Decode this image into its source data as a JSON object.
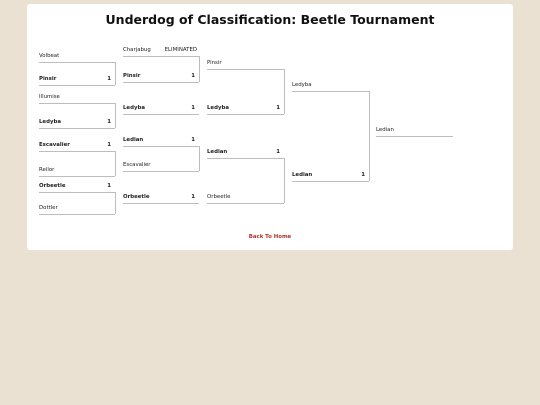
{
  "page": {
    "title": "Underdog of Classification: Beetle Tournament",
    "back_link": "Back To Home"
  },
  "bracket": {
    "round1": [
      {
        "name": "Volbeat",
        "score": ""
      },
      {
        "name": "Pinsir",
        "score": "1",
        "winner": true
      },
      {
        "name": "Illumise",
        "score": ""
      },
      {
        "name": "Ledyba",
        "score": "1",
        "winner": true
      },
      {
        "name": "Escavalier",
        "score": "1",
        "winner": true
      },
      {
        "name": "Rellor",
        "score": ""
      },
      {
        "name": "Orbeetle",
        "score": "1",
        "winner": true
      },
      {
        "name": "Dottler",
        "score": ""
      }
    ],
    "round2": [
      {
        "name": "Charjabug",
        "status": "ELIMINATED"
      },
      {
        "name": "Pinsir",
        "score": "1",
        "winner": true
      },
      {
        "name": "Ledyba",
        "score": "1",
        "winner": true
      },
      {
        "name": "Ledian",
        "score": "1",
        "winner": true
      },
      {
        "name": "Escavalier",
        "score": ""
      },
      {
        "name": "Orbeetle",
        "score": "1",
        "winner": true
      }
    ],
    "round3": [
      {
        "name": "Pinsir",
        "score": ""
      },
      {
        "name": "Ledyba",
        "score": "1",
        "winner": true
      },
      {
        "name": "Ledian",
        "score": "1",
        "winner": true
      },
      {
        "name": "Orbeetle",
        "score": ""
      }
    ],
    "round4": [
      {
        "name": "Ledyba",
        "score": ""
      },
      {
        "name": "Ledian",
        "score": "1",
        "winner": true
      }
    ],
    "champion": {
      "name": "Ledian"
    }
  }
}
